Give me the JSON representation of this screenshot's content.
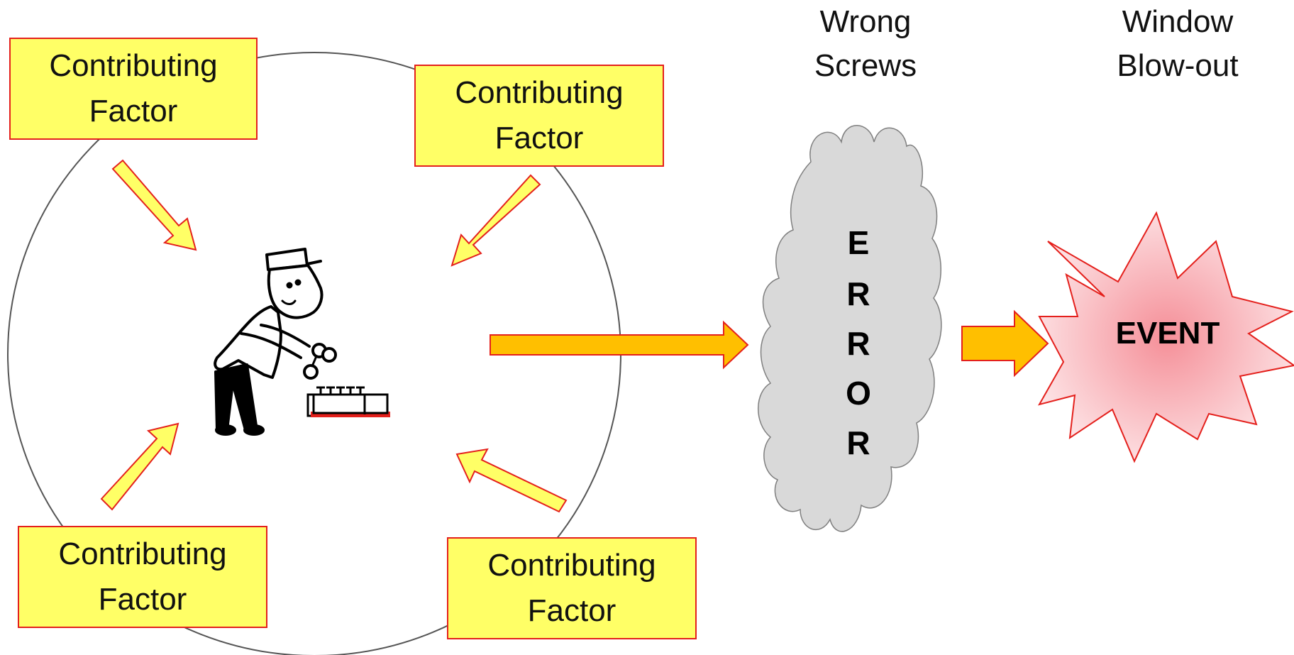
{
  "diagram": {
    "factors": [
      {
        "line1": "Contributing",
        "line2": "Factor"
      },
      {
        "line1": "Contributing",
        "line2": "Factor"
      },
      {
        "line1": "Contributing",
        "line2": "Factor"
      },
      {
        "line1": "Contributing",
        "line2": "Factor"
      }
    ],
    "error_label": {
      "line1": "Wrong",
      "line2": "Screws"
    },
    "event_label": {
      "line1": "Window",
      "line2": "Blow-out"
    },
    "error_letters": [
      "E",
      "R",
      "R",
      "O",
      "R"
    ],
    "event_text": "EVENT",
    "colors": {
      "factor_fill": "#ffff66",
      "factor_border": "#e4201c",
      "arrow_yellow": "#ffff66",
      "arrow_orange": "#ffbf00",
      "cloud_fill": "#d9d9d9",
      "burst_fill": "#f7b4b8",
      "burst_center": "#f58f98"
    },
    "icons": [
      "mechanic-figure-icon",
      "toolbox-icon"
    ]
  }
}
